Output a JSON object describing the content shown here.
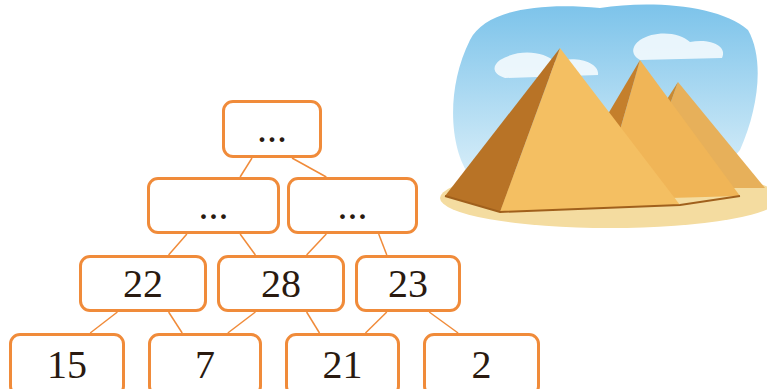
{
  "diagram": {
    "nodes": [
      {
        "text": [
          "..."
        ]
      },
      {
        "text": [
          "..."
        ]
      },
      {
        "text": [
          "..."
        ]
      },
      {
        "text": [
          "22"
        ]
      },
      {
        "text": [
          "28"
        ]
      },
      {
        "text": [
          "23"
        ]
      },
      {
        "text": [
          "15"
        ]
      },
      {
        "text": [
          "7"
        ]
      },
      {
        "text": [
          "21"
        ]
      },
      {
        "text": [
          "2"
        ]
      }
    ],
    "edges": [
      {
        "from": 0,
        "to": 1,
        "arrow": "none"
      },
      {
        "from": 0,
        "to": 2,
        "arrow": "none"
      },
      {
        "from": 1,
        "to": 3,
        "arrow": "none"
      },
      {
        "from": 1,
        "to": 4,
        "arrow": "none"
      },
      {
        "from": 2,
        "to": 4,
        "arrow": "none"
      },
      {
        "from": 2,
        "to": 5,
        "arrow": "none"
      },
      {
        "from": 3,
        "to": 6,
        "arrow": "none"
      },
      {
        "from": 3,
        "to": 7,
        "arrow": "none"
      },
      {
        "from": 4,
        "to": 7,
        "arrow": "none"
      },
      {
        "from": 4,
        "to": 8,
        "arrow": "none"
      },
      {
        "from": 5,
        "to": 8,
        "arrow": "none"
      },
      {
        "from": 5,
        "to": 9,
        "arrow": "none"
      }
    ]
  }
}
